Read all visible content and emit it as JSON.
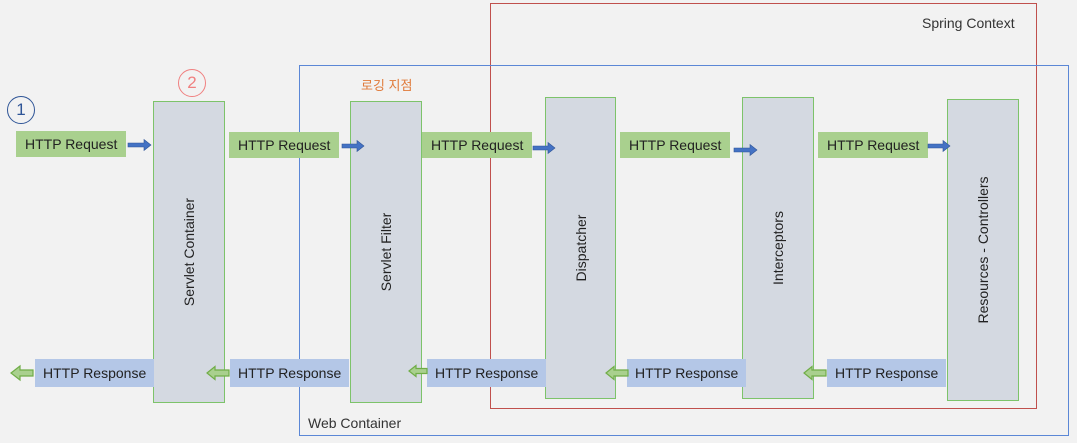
{
  "containers": {
    "spring_context": "Spring Context",
    "web_container": "Web Container"
  },
  "markers": {
    "step1": "1",
    "step2": "2"
  },
  "logging_point": "로깅 지점",
  "components": {
    "servlet_container": "Servlet Container",
    "servlet_filter": "Servlet Filter",
    "dispatcher": "Dispatcher",
    "interceptors": "Interceptors",
    "resources_controllers": "Resources - Controllers"
  },
  "messages": {
    "request": "HTTP Request",
    "response": "HTTP Response"
  },
  "colors": {
    "spring_border": "#c0504d",
    "web_border": "#5b87d6",
    "request_bg": "#a9d08e",
    "response_bg": "#b4c7e7",
    "component_bg": "#d4d9e1",
    "component_border": "#7dc36a",
    "request_arrow": "#4472c4",
    "response_arrow": "#70ad47"
  }
}
